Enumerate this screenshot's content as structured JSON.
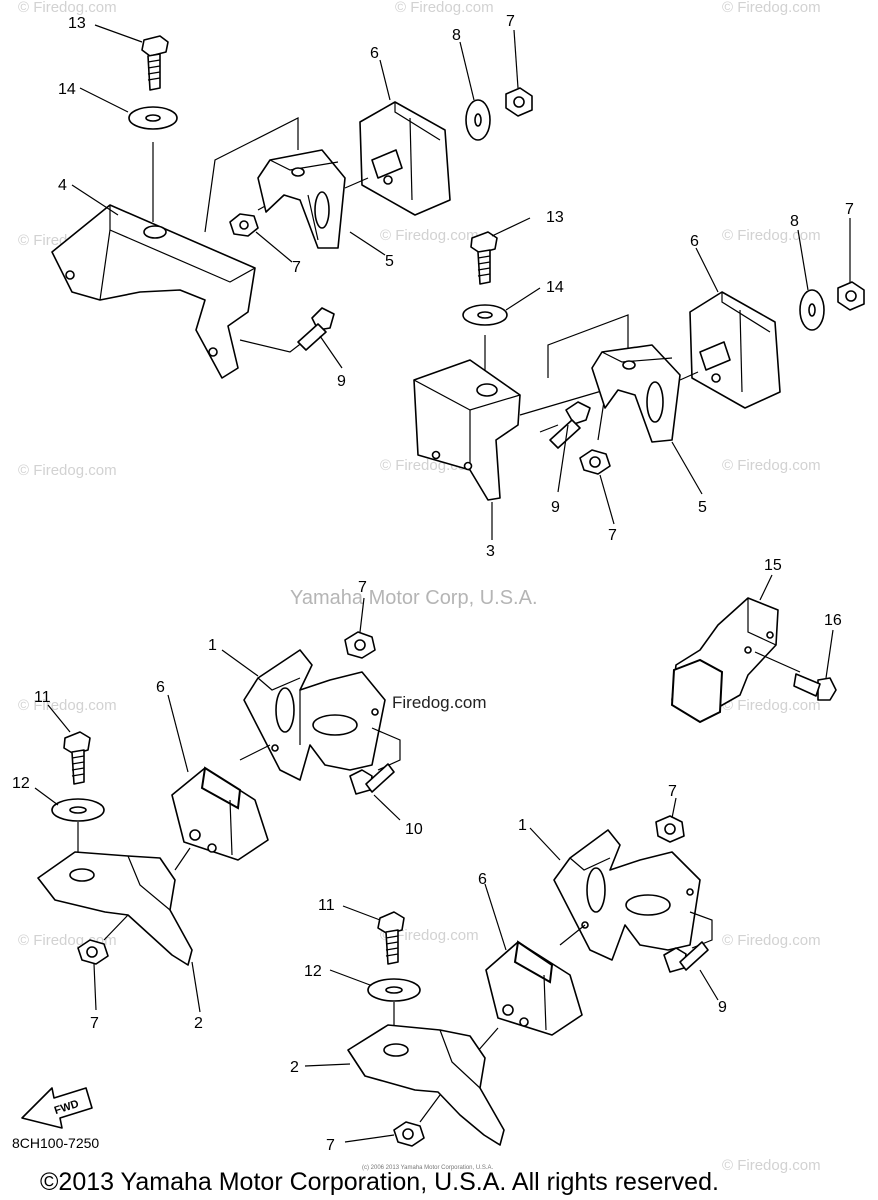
{
  "diagram": {
    "part_labels": [
      {
        "id": "p13a",
        "text": "13"
      },
      {
        "id": "p14a",
        "text": "14"
      },
      {
        "id": "p4",
        "text": "4"
      },
      {
        "id": "p6a",
        "text": "6"
      },
      {
        "id": "p8a",
        "text": "8"
      },
      {
        "id": "p7a",
        "text": "7"
      },
      {
        "id": "p7b",
        "text": "7"
      },
      {
        "id": "p5a",
        "text": "5"
      },
      {
        "id": "p9a",
        "text": "9"
      },
      {
        "id": "p13b",
        "text": "13"
      },
      {
        "id": "p14b",
        "text": "14"
      },
      {
        "id": "p6b",
        "text": "6"
      },
      {
        "id": "p8b",
        "text": "8"
      },
      {
        "id": "p7c",
        "text": "7"
      },
      {
        "id": "p9b",
        "text": "9"
      },
      {
        "id": "p7d",
        "text": "7"
      },
      {
        "id": "p5b",
        "text": "5"
      },
      {
        "id": "p3",
        "text": "3"
      },
      {
        "id": "p7e",
        "text": "7"
      },
      {
        "id": "p15",
        "text": "15"
      },
      {
        "id": "p16",
        "text": "16"
      },
      {
        "id": "p1a",
        "text": "1"
      },
      {
        "id": "p6c",
        "text": "6"
      },
      {
        "id": "p11a",
        "text": "11"
      },
      {
        "id": "p12a",
        "text": "12"
      },
      {
        "id": "p10",
        "text": "10"
      },
      {
        "id": "p7f",
        "text": "7"
      },
      {
        "id": "p2a",
        "text": "2"
      },
      {
        "id": "p7g",
        "text": "7"
      },
      {
        "id": "p1b",
        "text": "1"
      },
      {
        "id": "p6d",
        "text": "6"
      },
      {
        "id": "p11b",
        "text": "11"
      },
      {
        "id": "p12b",
        "text": "12"
      },
      {
        "id": "p9c",
        "text": "9"
      },
      {
        "id": "p2b",
        "text": "2"
      },
      {
        "id": "p7h",
        "text": "7"
      }
    ],
    "fwd_label": "FWD",
    "diagram_code": "8CH100-7250",
    "watermark_corp": "Yamaha Motor Corp, U.S.A.",
    "watermark_center": "Firedog.com",
    "watermark_tile": "© Firedog.com",
    "tiny_notice": "(c) 2006 2013 Yamaha Motor Corporation, U.S.A.",
    "copyright": "©2013 Yamaha Motor Corporation, U.S.A. All rights reserved."
  }
}
